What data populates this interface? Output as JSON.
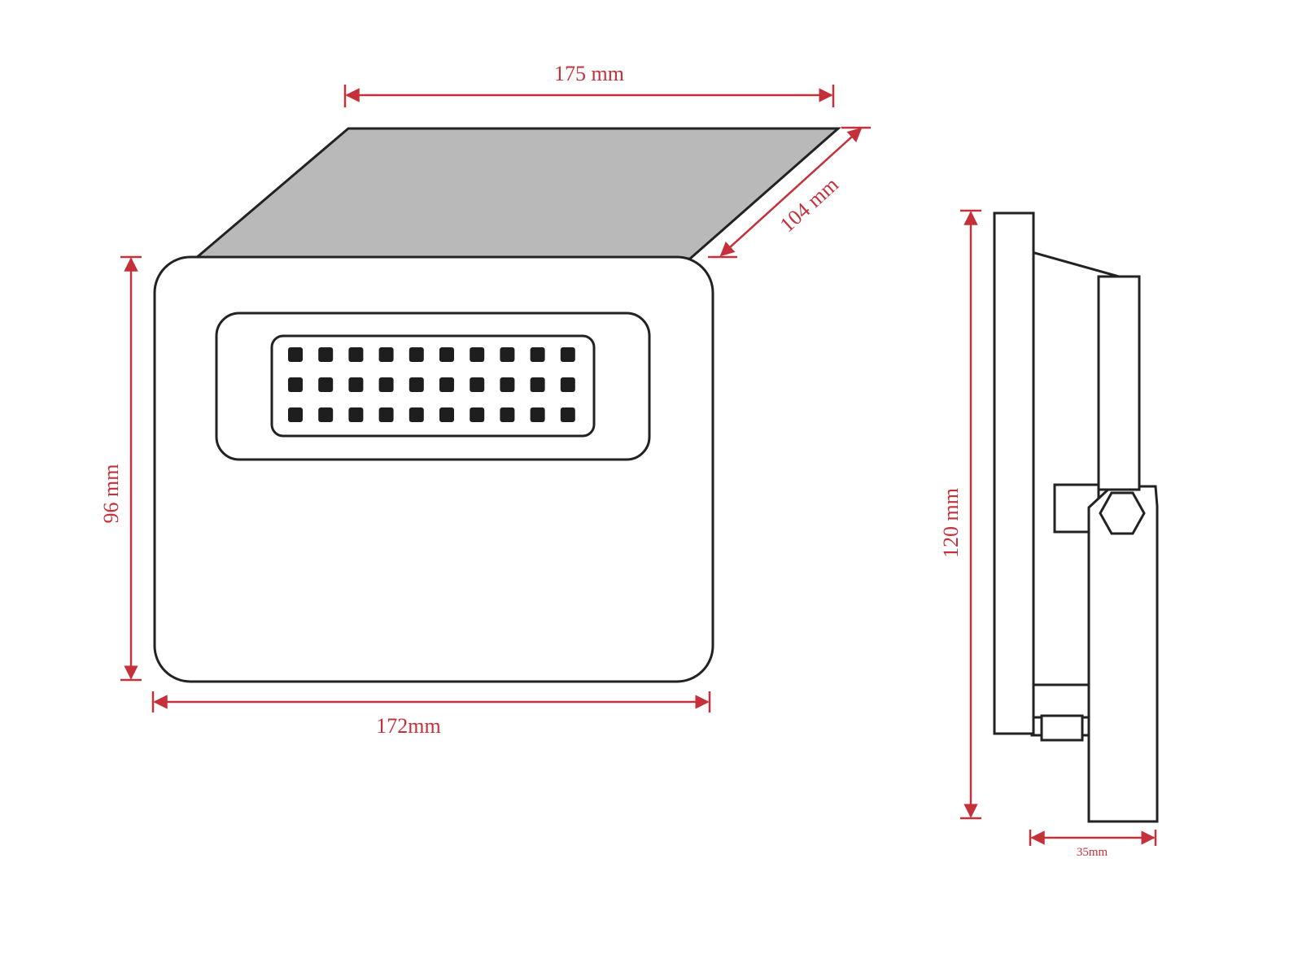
{
  "front_view": {
    "width_label": "172mm",
    "height_label": "96 mm",
    "top_width_label": "175 mm",
    "depth_label": "104 mm",
    "led_rows": 3,
    "led_columns": 10
  },
  "side_view": {
    "height_label": "120 mm",
    "depth_label": "35mm"
  },
  "colors": {
    "dimension": "#c4313a",
    "outline": "#222222",
    "top_face": "#b9b9b9",
    "led": "#1e1e1e"
  }
}
